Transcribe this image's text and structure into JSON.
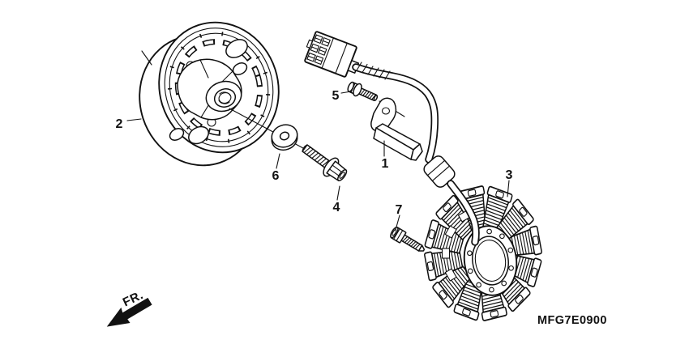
{
  "colors": {
    "line": "#111111",
    "background": "#ffffff"
  },
  "diagram": {
    "code": "MFG7E0900",
    "direction_label": "FR.",
    "callouts": [
      {
        "num": "1"
      },
      {
        "num": "2"
      },
      {
        "num": "3"
      },
      {
        "num": "4"
      },
      {
        "num": "5"
      },
      {
        "num": "6"
      },
      {
        "num": "7"
      }
    ]
  }
}
